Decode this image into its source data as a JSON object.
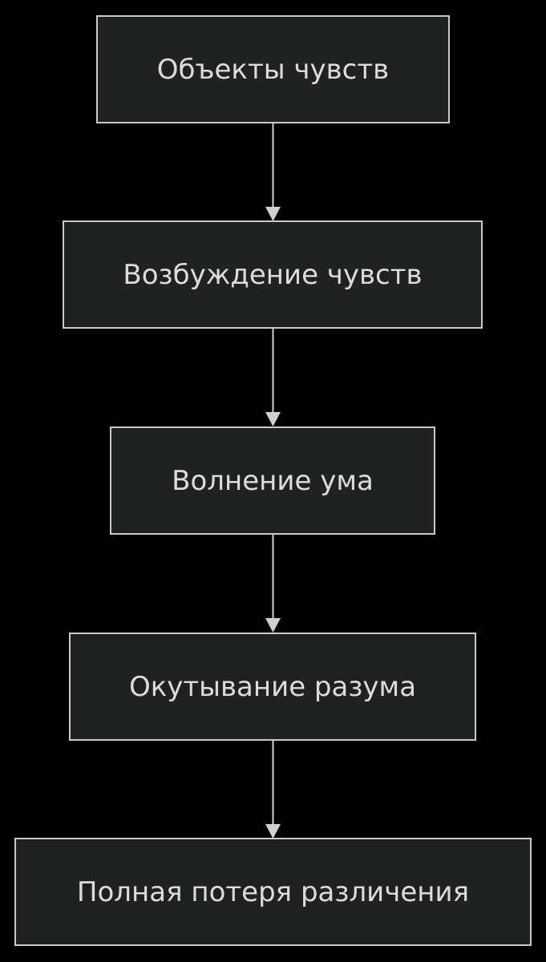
{
  "diagram": {
    "nodes": [
      {
        "id": "n1",
        "label": "Объекты чувств"
      },
      {
        "id": "n2",
        "label": "Возбуждение чувств"
      },
      {
        "id": "n3",
        "label": "Волнение ума"
      },
      {
        "id": "n4",
        "label": "Окутывание разума"
      },
      {
        "id": "n5",
        "label": "Полная потеря различения"
      }
    ],
    "edges": [
      {
        "from": "n1",
        "to": "n2"
      },
      {
        "from": "n2",
        "to": "n3"
      },
      {
        "from": "n3",
        "to": "n4"
      },
      {
        "from": "n4",
        "to": "n5"
      }
    ],
    "colors": {
      "background": "#000000",
      "node_fill": "#202222",
      "node_border": "#c9c9c9",
      "text": "#dcdcdc",
      "edge": "#d0d0d0"
    }
  }
}
